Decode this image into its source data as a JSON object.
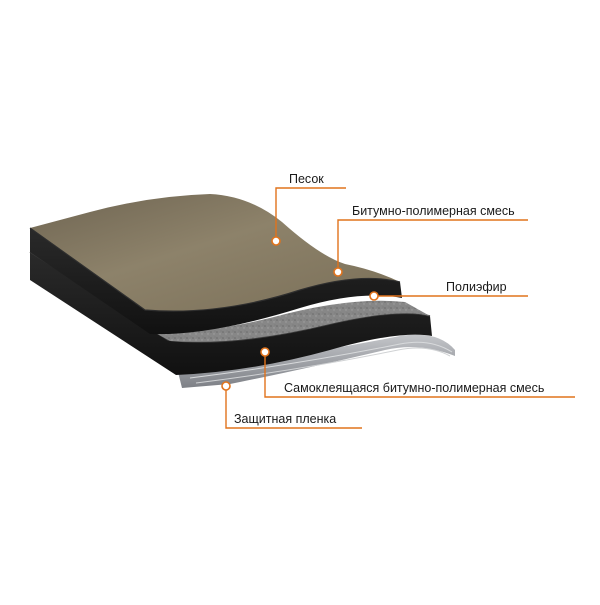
{
  "labels": {
    "sand": "Песок",
    "bitumen_mix": "Битумно-полимерная смесь",
    "polyester": "Полиэфир",
    "self_adhesive_mix": "Самоклеящаяся битумно-полимерная смесь",
    "protective_film": "Защитная пленка"
  },
  "colors": {
    "leader": "#e0731c",
    "sand": "#8b7f66",
    "bitumen": "#1e1e1e",
    "polyester": "#8e8e8e",
    "film": "#9a9ca0"
  }
}
